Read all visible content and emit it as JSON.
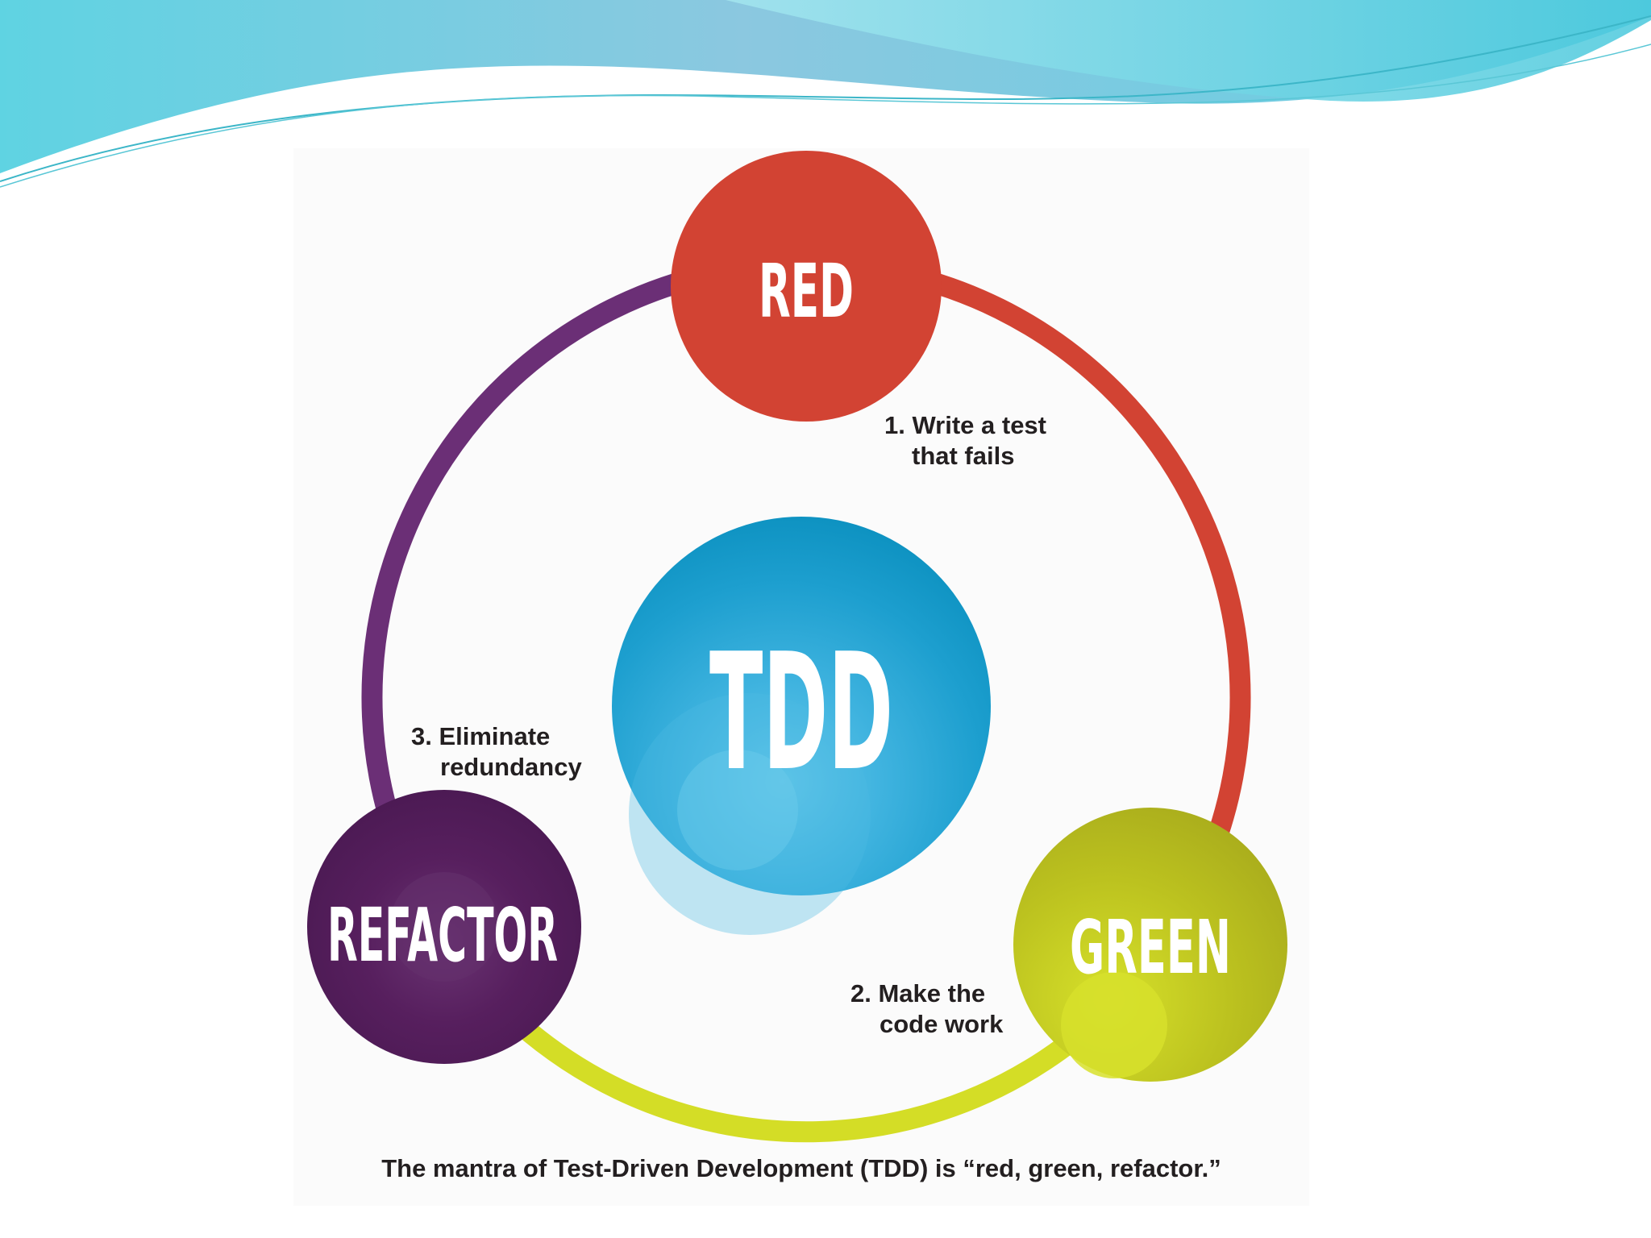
{
  "nodes": {
    "red": {
      "label": "RED",
      "color": "#d24333"
    },
    "green": {
      "label": "GREEN",
      "color": "#b5bc1d"
    },
    "refactor": {
      "label": "REFACTOR",
      "color": "#4d1a55"
    },
    "center": {
      "label": "TDD",
      "color": "#0c91c0"
    }
  },
  "arcs": {
    "red_to_green": "#d24333",
    "green_to_refactor": "#d4dd26",
    "refactor_to_red": "#6b2f76"
  },
  "steps": {
    "step1": {
      "line1": "1. Write a test",
      "line2": "that fails"
    },
    "step2": {
      "line1": "2. Make the",
      "line2": "code work"
    },
    "step3": {
      "line1": "3. Eliminate",
      "line2": "redundancy"
    }
  },
  "caption": "The mantra of Test-Driven Development (TDD) is “red, green, refactor.”",
  "header_colors": [
    "#7cc6dd",
    "#55d2e3",
    "#a7e3ee"
  ]
}
